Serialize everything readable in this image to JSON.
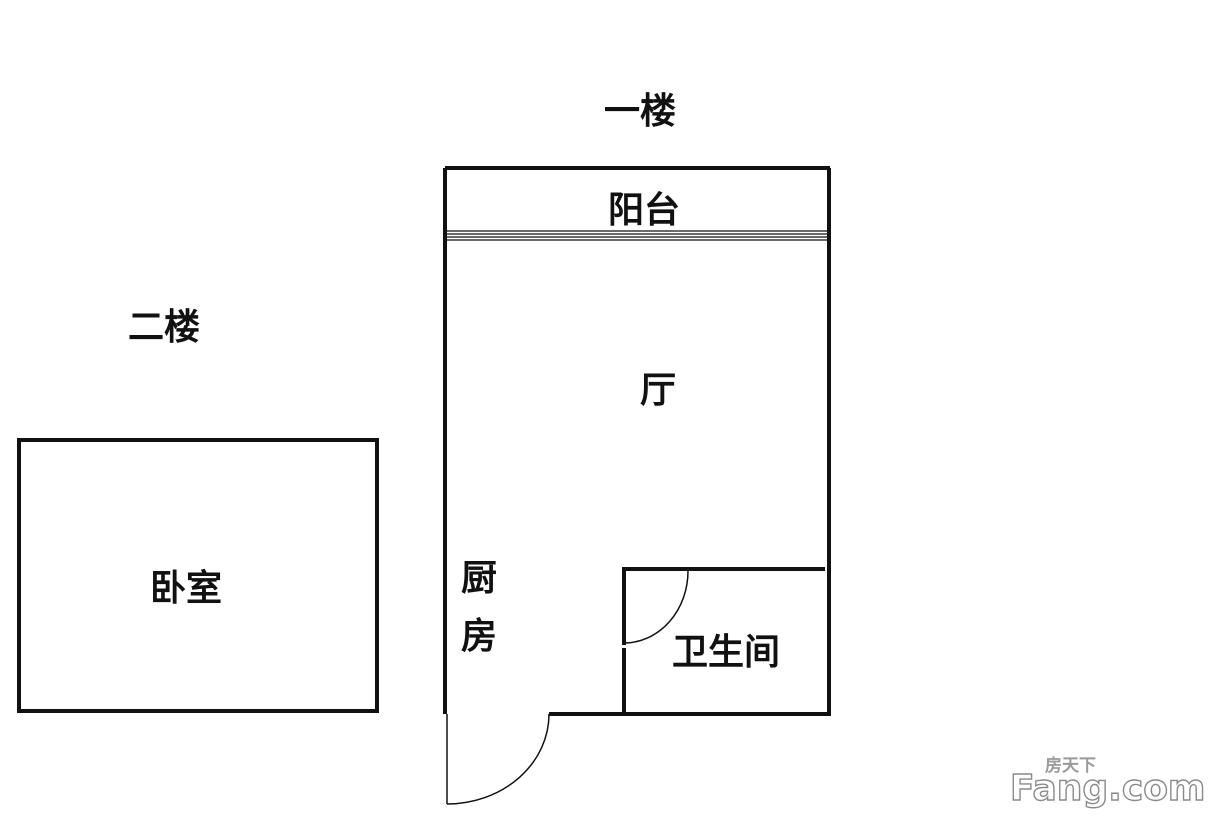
{
  "floors": {
    "first": {
      "title": "一楼",
      "rooms": {
        "balcony": "阳台",
        "hall": "厅",
        "kitchen_line1": "厨",
        "kitchen_line2": "房",
        "bathroom": "卫生间"
      }
    },
    "second": {
      "title": "二楼",
      "rooms": {
        "bedroom": "卧室"
      }
    }
  },
  "watermark": {
    "brand": "Fang.com",
    "tagline": "房天下"
  },
  "colors": {
    "wall": "#111111",
    "background": "#ffffff",
    "watermark": "#9a9a9a"
  }
}
